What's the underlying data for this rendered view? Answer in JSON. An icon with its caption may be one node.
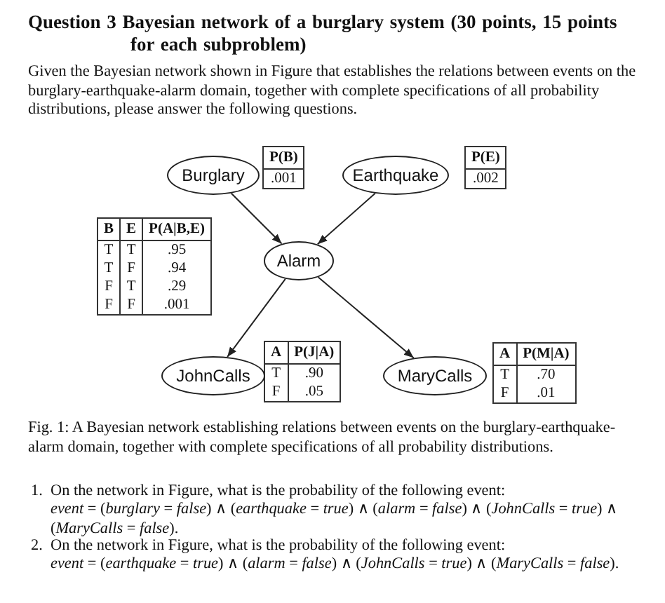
{
  "diagram": {
    "title": "Question 3 Bayesian network of a burglary system (30 points, 15 points for each subproblem)",
    "caption": "Fig. 1: A Bayesian network establishing relations between events on the burglary-earthquake-alarm domain, together with complete specifications of all probability distributions.",
    "nodes": [
      {
        "text": [
          "Burglary"
        ]
      },
      {
        "text": [
          "Earthquake"
        ]
      },
      {
        "text": [
          "Alarm"
        ]
      },
      {
        "text": [
          "JohnCalls"
        ]
      },
      {
        "text": [
          "MaryCalls"
        ]
      }
    ],
    "edges": [
      {
        "from": 0,
        "to": 2,
        "arrow": "to"
      },
      {
        "from": 1,
        "to": 2,
        "arrow": "to"
      },
      {
        "from": 2,
        "to": 3,
        "arrow": "to"
      },
      {
        "from": 2,
        "to": 4,
        "arrow": "to"
      }
    ],
    "labels": [
      "Given the Bayesian network shown in Figure that establishes the relations between events on the burglary-earthquake-alarm domain, together with complete specifications of all probability distributions, please answer the following questions.",
      "P(B)",
      ".001",
      "P(E)",
      ".002",
      "B",
      "E",
      "P(A|B,E)",
      "T",
      "T",
      ".95",
      "T",
      "F",
      ".94",
      "F",
      "T",
      ".29",
      "F",
      "F",
      ".001",
      "A",
      "P(J|A)",
      "T",
      ".90",
      "F",
      ".05",
      "A",
      "P(M|A)",
      "T",
      ".70",
      "F",
      ".01",
      "1.",
      "On the network in Figure, what is the probability of the following event:",
      "*event* = (*burglary* = *false*) ∧ (*earthquake* = *true*) ∧ (*alarm* = *false*) ∧ (*JohnCalls* = *true*) ∧ (*MaryCalls* = *false*).",
      "2.",
      "On the network in Figure, what is the probability of the following event:",
      "*event* = (*earthquake* = *true*) ∧ (*alarm* = *false*) ∧ (*JohnCalls* = *true*) ∧ (*MaryCalls* = *false*)."
    ]
  }
}
